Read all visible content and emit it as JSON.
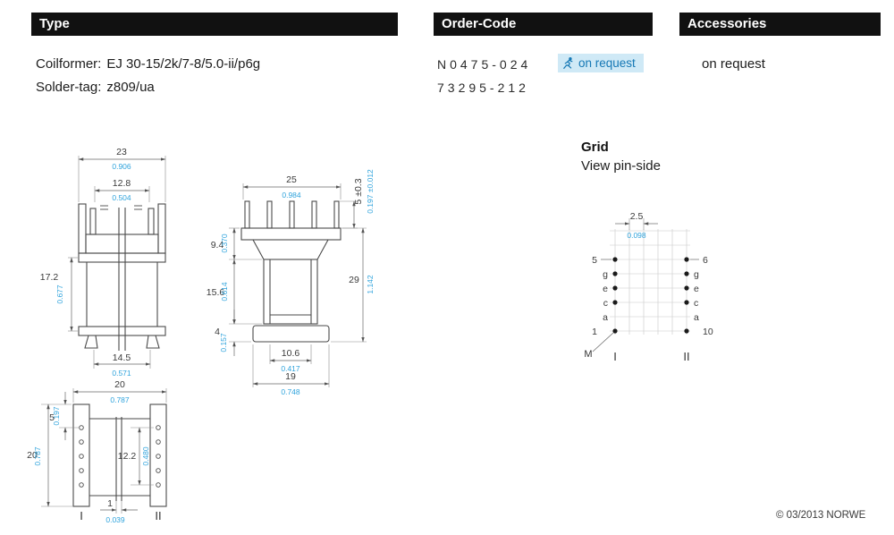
{
  "colors": {
    "header_bar": "#111111",
    "accent_inch_blue": "#2FA3DC",
    "badge_bg": "#CFE9F6",
    "badge_text": "#1578B5"
  },
  "headers": {
    "type": "Type",
    "order_code": "Order-Code",
    "accessories": "Accessories"
  },
  "type_section": {
    "coilformer_label": "Coilformer:",
    "coilformer_value": "EJ 30-15/2k/7-8/5.0-ii/p6g",
    "solder_tag_label": "Solder-tag:",
    "solder_tag_value": "z809/ua"
  },
  "order_section": {
    "code_1": "N0475-024",
    "code_2": "73295-212",
    "on_request_badge": "on request"
  },
  "accessories_section": {
    "value": "on request"
  },
  "grid_section": {
    "title": "Grid",
    "subtitle": "View pin-side",
    "pitch": {
      "mm": "2.5",
      "inch": "0.098"
    },
    "pins": {
      "top_left": "5",
      "top_right": "6",
      "bottom_left": "1",
      "bottom_right": "10"
    },
    "row_letters_left": [
      "g",
      "e",
      "c",
      "a"
    ],
    "row_letters_right": [
      "g",
      "e",
      "c",
      "a"
    ],
    "labels": {
      "m": "M",
      "col_left": "I",
      "col_right": "II"
    }
  },
  "front_view": {
    "width_top": {
      "mm": "23",
      "inch": "0.906"
    },
    "width_inner": {
      "mm": "12.8",
      "inch": "0.504"
    },
    "height": {
      "mm": "17.2",
      "inch": "0.677"
    },
    "width_bottom": {
      "mm": "14.5",
      "inch": "0.571"
    }
  },
  "side_view": {
    "width_top": {
      "mm": "25",
      "inch": "0.984"
    },
    "pin_length": {
      "mm": "5 ±0.3",
      "inch": "0.197 ±0.012"
    },
    "h_upper": {
      "mm": "9.4",
      "inch": "0.370"
    },
    "h_middle": {
      "mm": "15.6",
      "inch": "0.614"
    },
    "h_lower": {
      "mm": "4",
      "inch": "0.157"
    },
    "height_total": {
      "mm": "29",
      "inch": "1.142"
    },
    "width_inner_bottom": {
      "mm": "10.6",
      "inch": "0.417"
    },
    "width_bottom": {
      "mm": "19",
      "inch": "0.748"
    }
  },
  "bottom_view": {
    "width_top": {
      "mm": "20",
      "inch": "0.787"
    },
    "pin_offset": {
      "mm": "5",
      "inch": "0.197"
    },
    "height_total": {
      "mm": "20",
      "inch": "0.787"
    },
    "pin_span": {
      "mm": "12.2",
      "inch": "0.480"
    },
    "slot_width": {
      "mm": "1",
      "inch": "0.039"
    },
    "label_left": "I",
    "label_right": "II"
  },
  "footer": "© 03/2013 NORWE"
}
